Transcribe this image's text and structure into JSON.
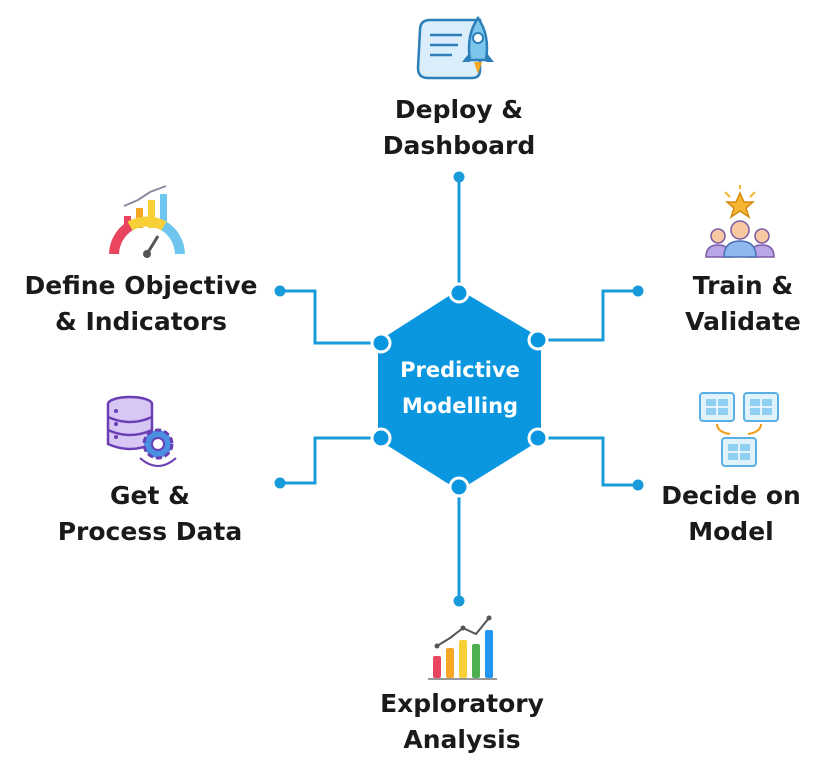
{
  "hub": {
    "line1": "Predictive",
    "line2": "Modelling"
  },
  "colors": {
    "accent": "#0a97e0",
    "line": "#1a9bd9",
    "text": "#1a1a1a"
  },
  "steps": [
    {
      "id": "deploy",
      "line1": "Deploy &",
      "line2": "Dashboard",
      "icon": "rocket-document-icon"
    },
    {
      "id": "train",
      "line1": "Train &",
      "line2": "Validate",
      "icon": "team-star-icon"
    },
    {
      "id": "decide",
      "line1": "Decide on",
      "line2": "Model",
      "icon": "table-merge-icon"
    },
    {
      "id": "explore",
      "line1": "Exploratory",
      "line2": "Analysis",
      "icon": "bar-chart-trend-icon"
    },
    {
      "id": "data",
      "line1": "Get &",
      "line2": "Process Data",
      "icon": "database-gear-icon"
    },
    {
      "id": "objective",
      "line1": "Define Objective",
      "line2": "& Indicators",
      "icon": "gauge-chart-icon"
    }
  ]
}
